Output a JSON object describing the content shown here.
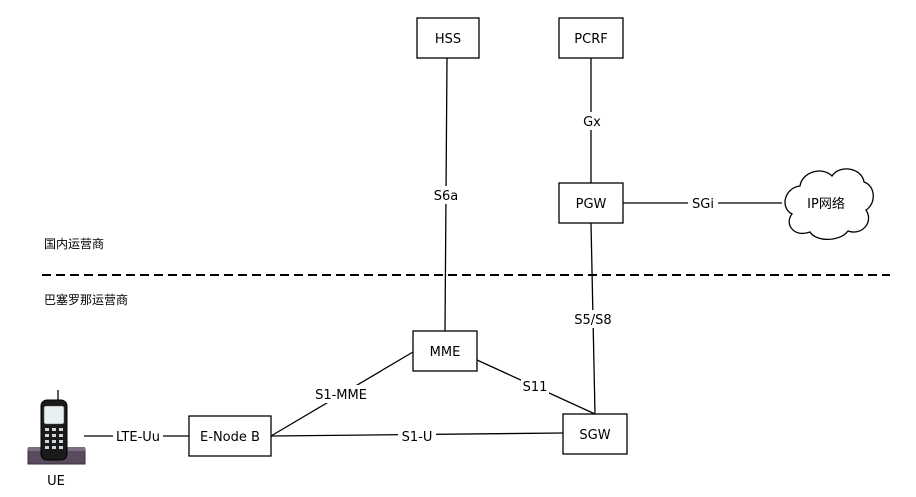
{
  "nodes": {
    "hss": "HSS",
    "pcrf": "PCRF",
    "pgw": "PGW",
    "ip_network": "IP网络",
    "mme": "MME",
    "sgw": "SGW",
    "enodeb": "E-Node B",
    "ue": "UE"
  },
  "links": {
    "s6a": "S6a",
    "gx": "Gx",
    "sgi": "SGi",
    "s5s8": "S5/S8",
    "s1mme": "S1-MME",
    "s11": "S11",
    "s1u": "S1-U",
    "lte_uu": "LTE-Uu"
  },
  "regions": {
    "domestic": "国内运营商",
    "brazil": "巴塞罗那运营商"
  }
}
